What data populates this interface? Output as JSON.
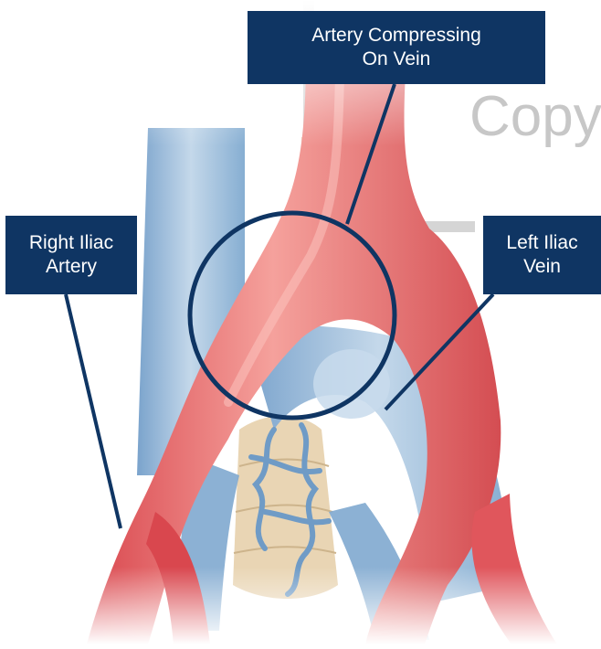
{
  "labels": {
    "artery_compressing": [
      "Artery Compressing",
      "On Vein"
    ],
    "right_iliac_artery": [
      "Right Iliac",
      "Artery"
    ],
    "left_iliac_vein": [
      "Left Iliac",
      "Vein"
    ]
  },
  "watermark": "Copy",
  "colors": {
    "label_bg": "#0f3563",
    "label_text": "#ffffff",
    "artery": "#e0565c",
    "artery_highlight": "#f59a96",
    "vein": "#8fb4d6",
    "vein_light": "#c4d8ea",
    "spine": "#e9d5b4",
    "pointer": "#0f3563"
  },
  "icons": [
    "anatomy-illustration"
  ]
}
